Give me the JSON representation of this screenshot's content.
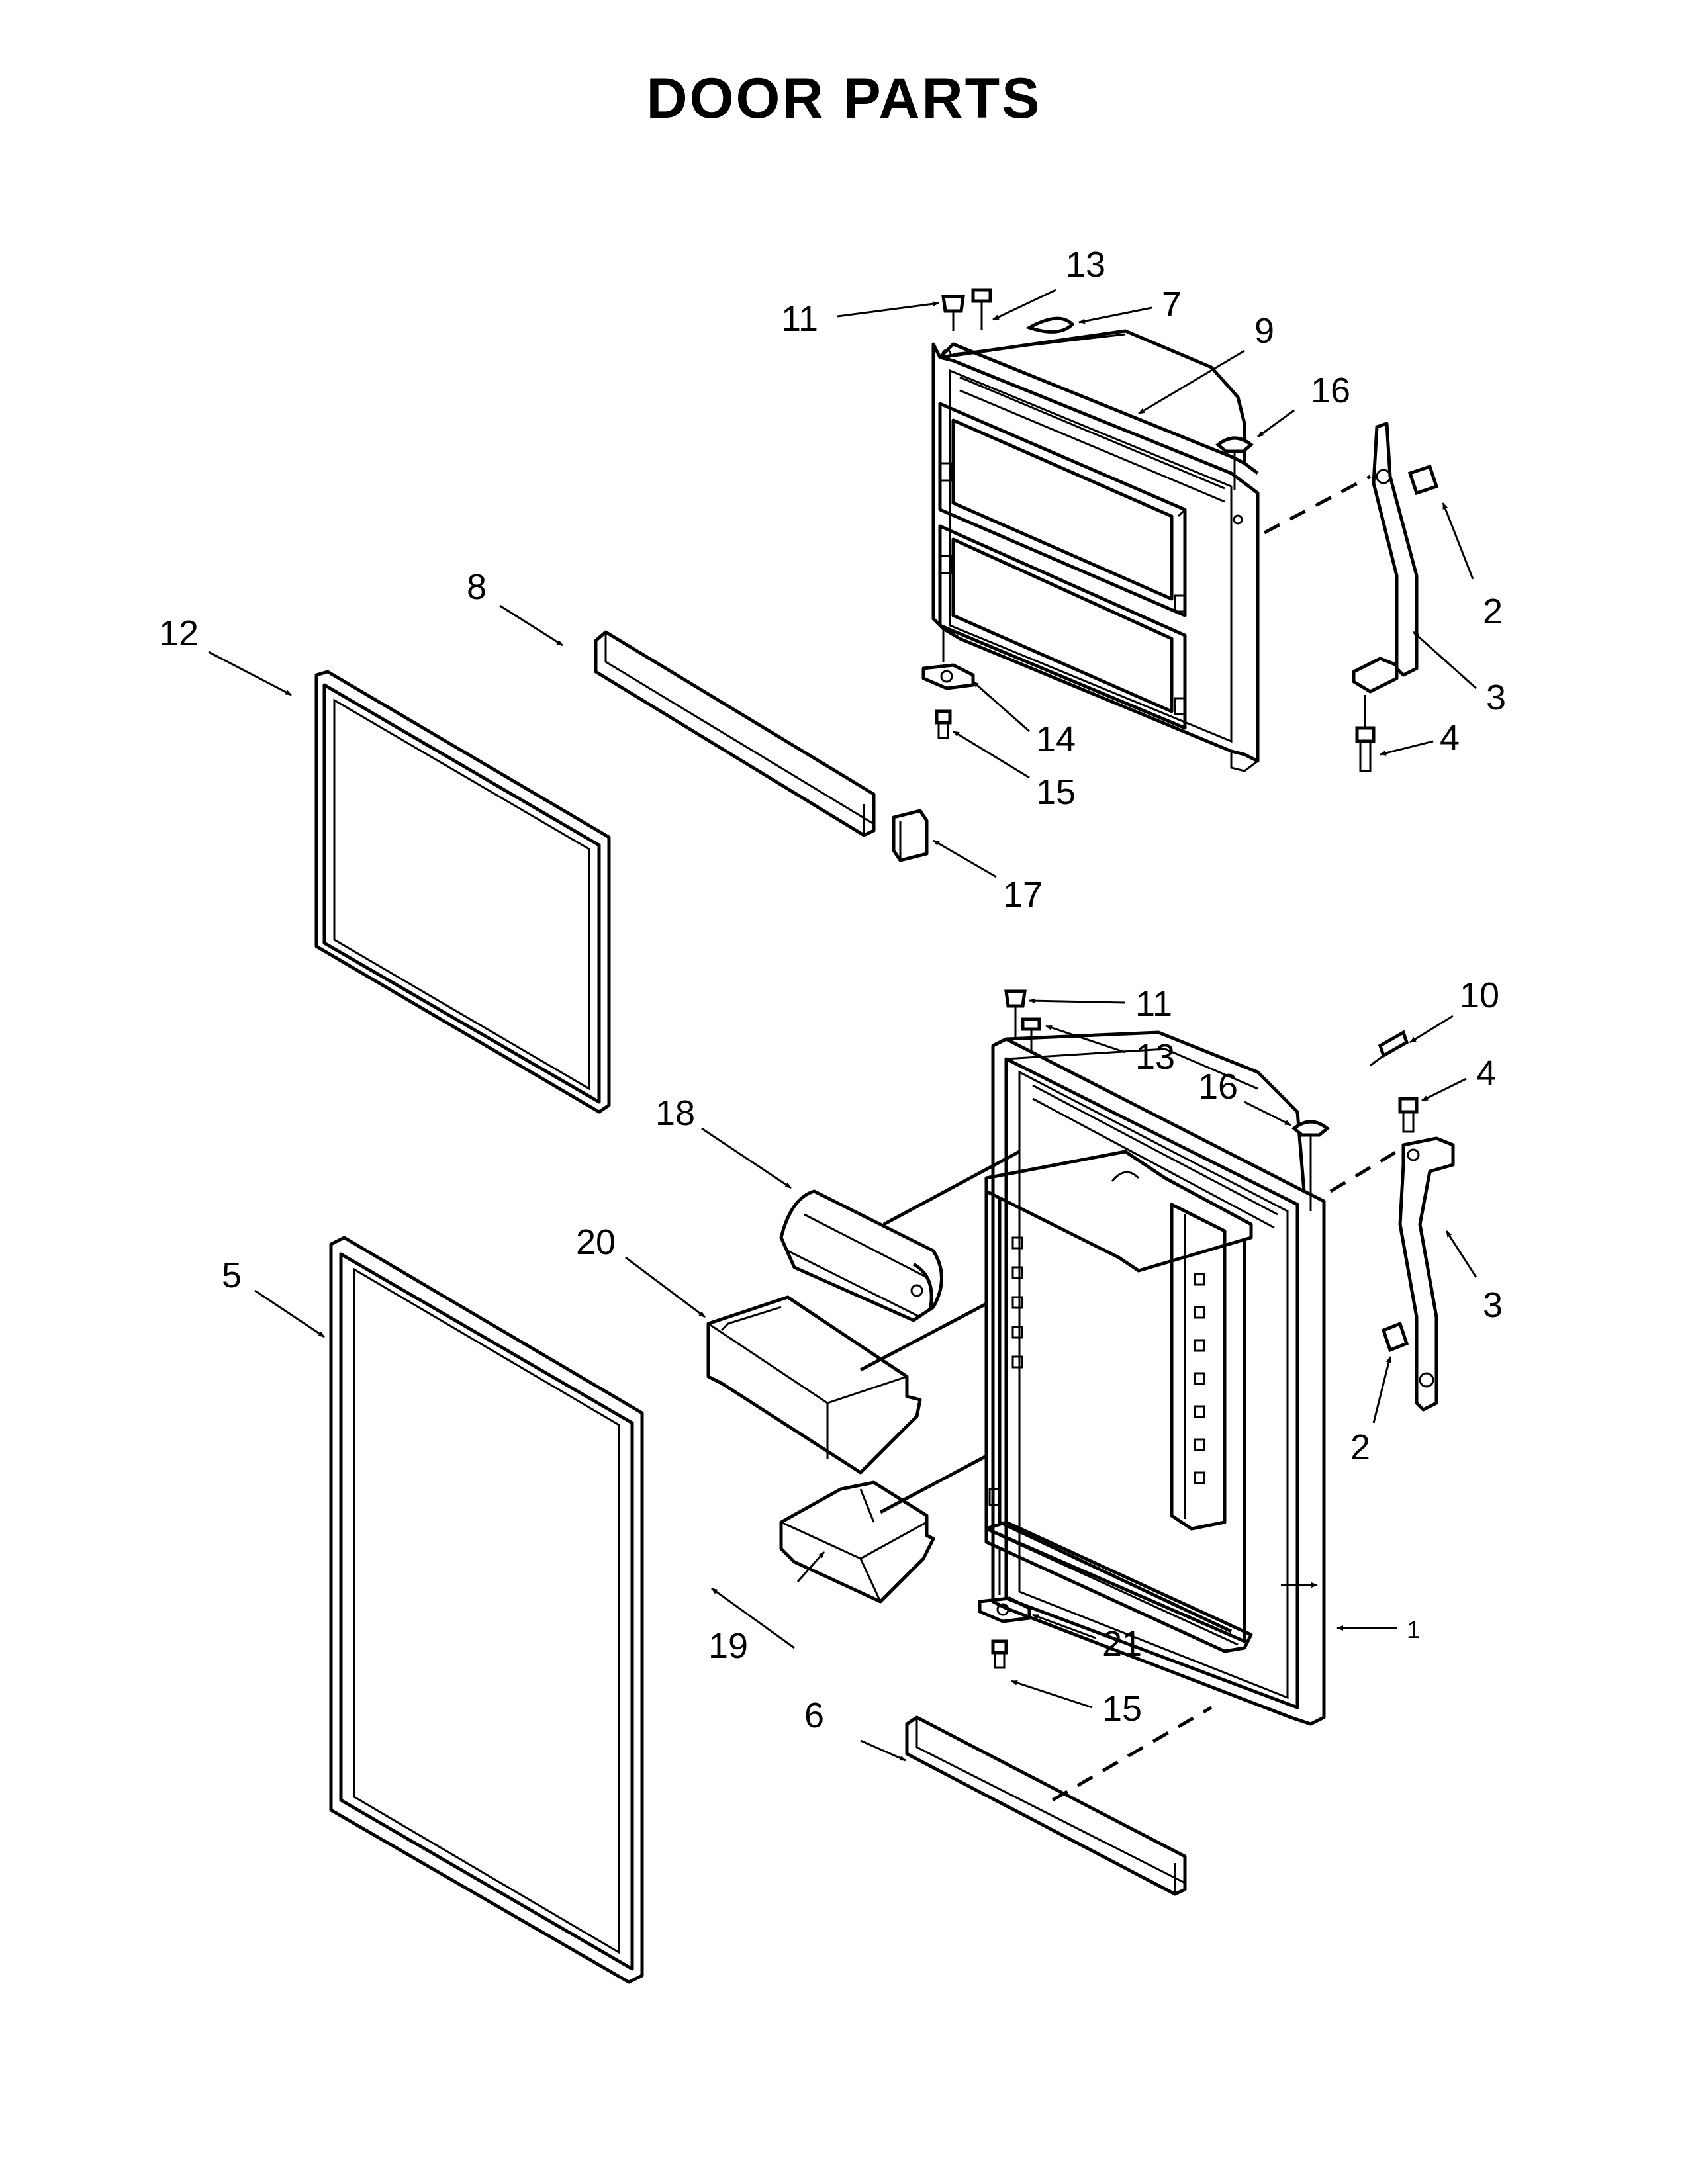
{
  "title": "DOOR PARTS",
  "callouts": {
    "c1": "1",
    "c2a": "2",
    "c2b": "2",
    "c3a": "3",
    "c3b": "3",
    "c4a": "4",
    "c4b": "4",
    "c5": "5",
    "c6": "6",
    "c7": "7",
    "c8": "8",
    "c9": "9",
    "c10": "10",
    "c11a": "11",
    "c11b": "11",
    "c12": "12",
    "c13a": "13",
    "c13b": "13",
    "c14": "14",
    "c15a": "15",
    "c15b": "15",
    "c16a": "16",
    "c16b": "16",
    "c17": "17",
    "c18": "18",
    "c19": "19",
    "c20": "20",
    "c21": "21"
  }
}
